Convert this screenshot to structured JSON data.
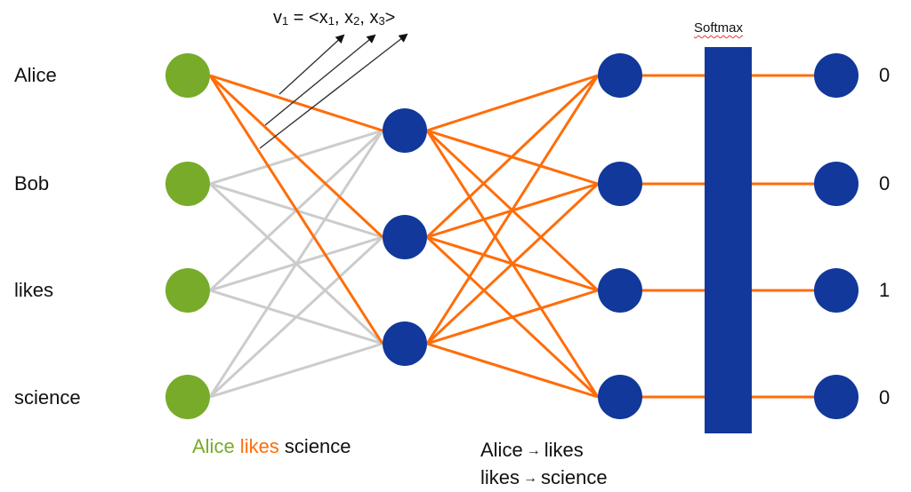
{
  "colors": {
    "input_node": "#77ab29",
    "hidden_node": "#11389a",
    "active_edge": "#ff6d0a",
    "inactive_edge": "#cccccc",
    "arrow": "#333333",
    "text": "#111111"
  },
  "input_layer": {
    "words": [
      "Alice",
      "Bob",
      "likes",
      "science"
    ],
    "active_index": 0
  },
  "hidden_layer": {
    "size": 3
  },
  "output_layer": {
    "size": 4,
    "softmax_label": "Softmax",
    "values": [
      "0",
      "0",
      "1",
      "0"
    ]
  },
  "embedding_annotation": {
    "v": "v",
    "v_sub": "1",
    "equals": " = <",
    "x1": "x",
    "x1_sub": "1",
    "sep1": ", ",
    "x2": "x",
    "x2_sub": "2",
    "sep2": ", ",
    "x3": "x",
    "x3_sub": "3",
    "close": ">",
    "arrow_count": 3
  },
  "captions": {
    "sentence": [
      {
        "text": "Alice",
        "color": "#77ab29"
      },
      {
        "text": " likes",
        "color": "#ff6d0a"
      },
      {
        "text": " science",
        "color": "#111111"
      }
    ],
    "pairs": [
      {
        "from": "Alice",
        "arrow": "→",
        "to": "likes"
      },
      {
        "from": "likes",
        "arrow": "→",
        "to": "science"
      }
    ]
  }
}
